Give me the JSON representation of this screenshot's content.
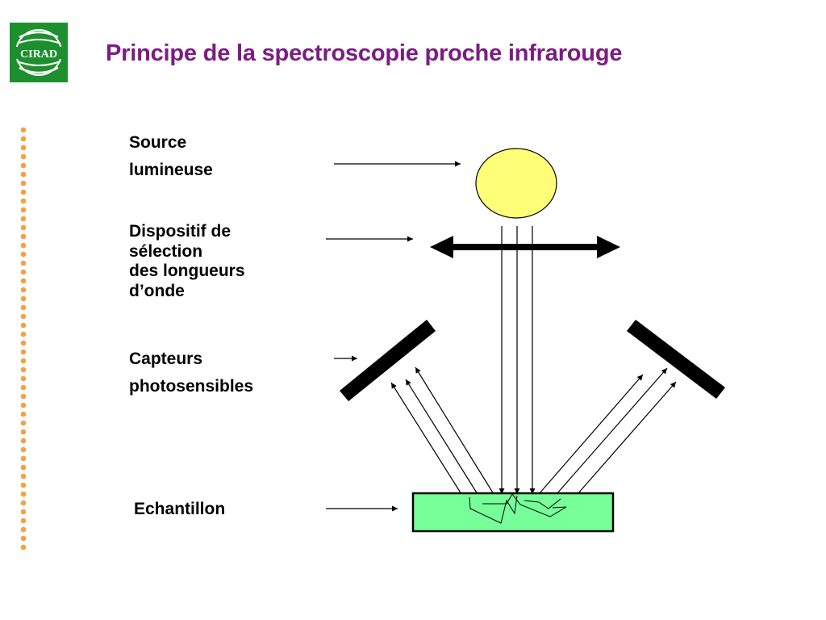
{
  "header": {
    "title": "Principe de la spectroscopie proche infrarouge",
    "logo_text": "CIRAD"
  },
  "labels": {
    "source": [
      "Source",
      "lumineuse"
    ],
    "dispositif": [
      "Dispositif de",
      "sélection",
      "des longueurs",
      "d’onde"
    ],
    "capteurs": [
      "Capteurs",
      "photosensibles"
    ],
    "echantillon": "Echantillon"
  },
  "colors": {
    "title": "#7b1d83",
    "logo_green": "#1e8f2e",
    "source_fill": "#ffff77",
    "sample_fill": "#77ff99",
    "dots": "#f5a042"
  }
}
